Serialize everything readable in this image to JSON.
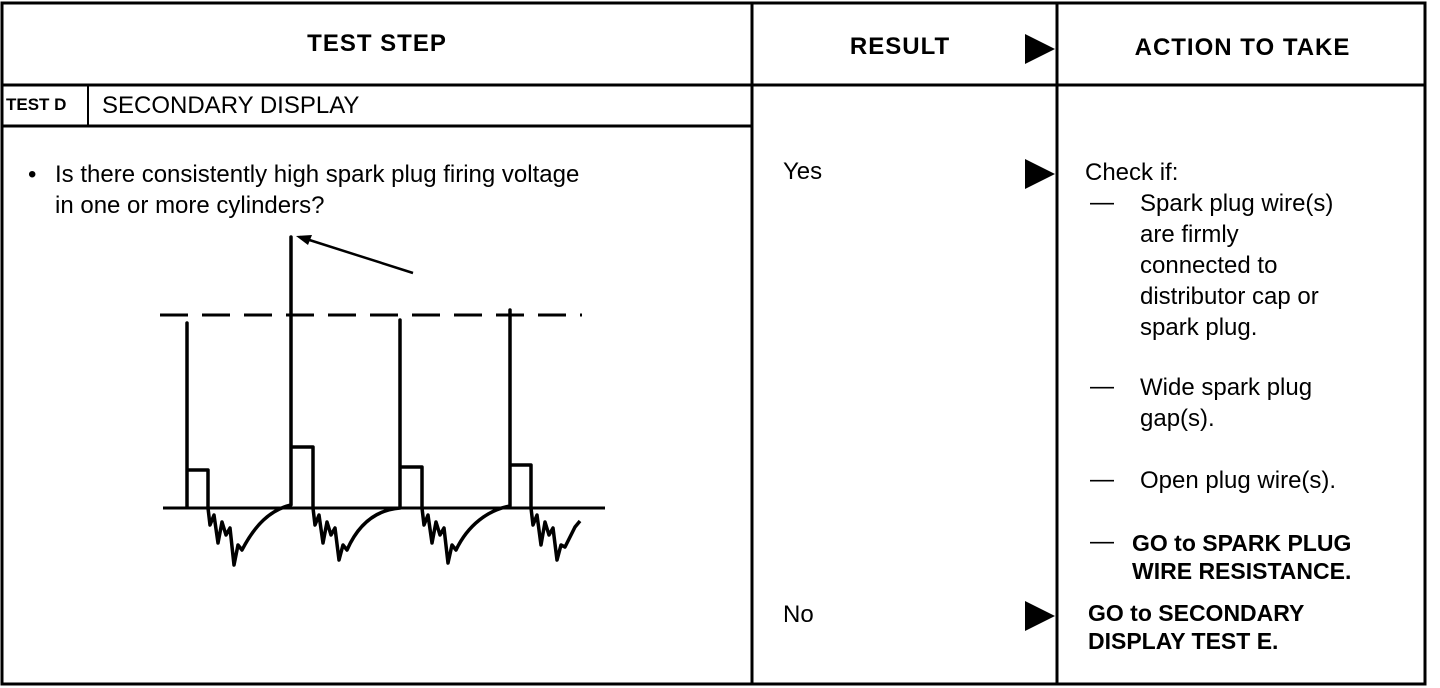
{
  "header": {
    "test_step": "TEST STEP",
    "result": "RESULT",
    "action": "ACTION TO TAKE"
  },
  "test": {
    "id": "TEST D",
    "title": "SECONDARY DISPLAY"
  },
  "step": {
    "bullet": "•",
    "question_line1": "Is there consistently high spark plug firing voltage",
    "question_line2": "in one or more cylinders?"
  },
  "results": {
    "yes": "Yes",
    "no": "No"
  },
  "actions": {
    "check_if": "Check if:",
    "dash": "—",
    "item1_lines": [
      "Spark plug wire(s)",
      "are firmly",
      "connected to",
      "distributor cap or",
      "spark plug."
    ],
    "item2_lines": [
      "Wide spark plug",
      "gap(s)."
    ],
    "item3": "Open plug wire(s).",
    "item4_lines": [
      "GO to SPARK PLUG",
      "WIRE RESISTANCE."
    ],
    "no_action_lines": [
      "GO to SECONDARY",
      "DISPLAY TEST E."
    ]
  },
  "colors": {
    "ink": "#000000",
    "paper": "#ffffff"
  },
  "icons": {
    "arrow": "arrow-right-icon"
  }
}
